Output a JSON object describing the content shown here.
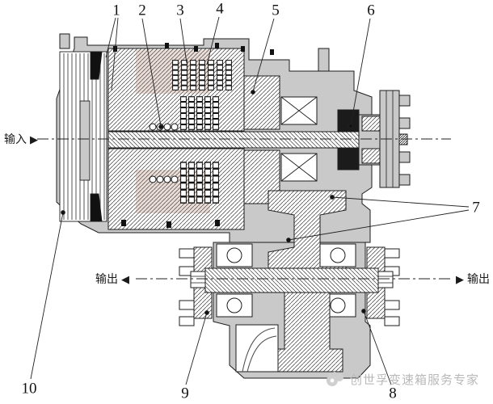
{
  "callouts": {
    "labels": [
      "1",
      "2",
      "3",
      "4",
      "5",
      "6",
      "7",
      "8",
      "9",
      "10"
    ]
  },
  "axis_labels": {
    "input": {
      "text": "输入",
      "arrow": "▶"
    },
    "output_left": {
      "text": "输出",
      "arrow": "◀"
    },
    "output_right": {
      "text": "输出",
      "arrow": "▶"
    }
  },
  "watermark": {
    "text": "创世孚变速箱服务专家"
  },
  "colors": {
    "housing": "#c9c9c9",
    "ink": "#1c1c1c",
    "tint": "#cdb3a9",
    "watermark": "#b9b9b9"
  }
}
